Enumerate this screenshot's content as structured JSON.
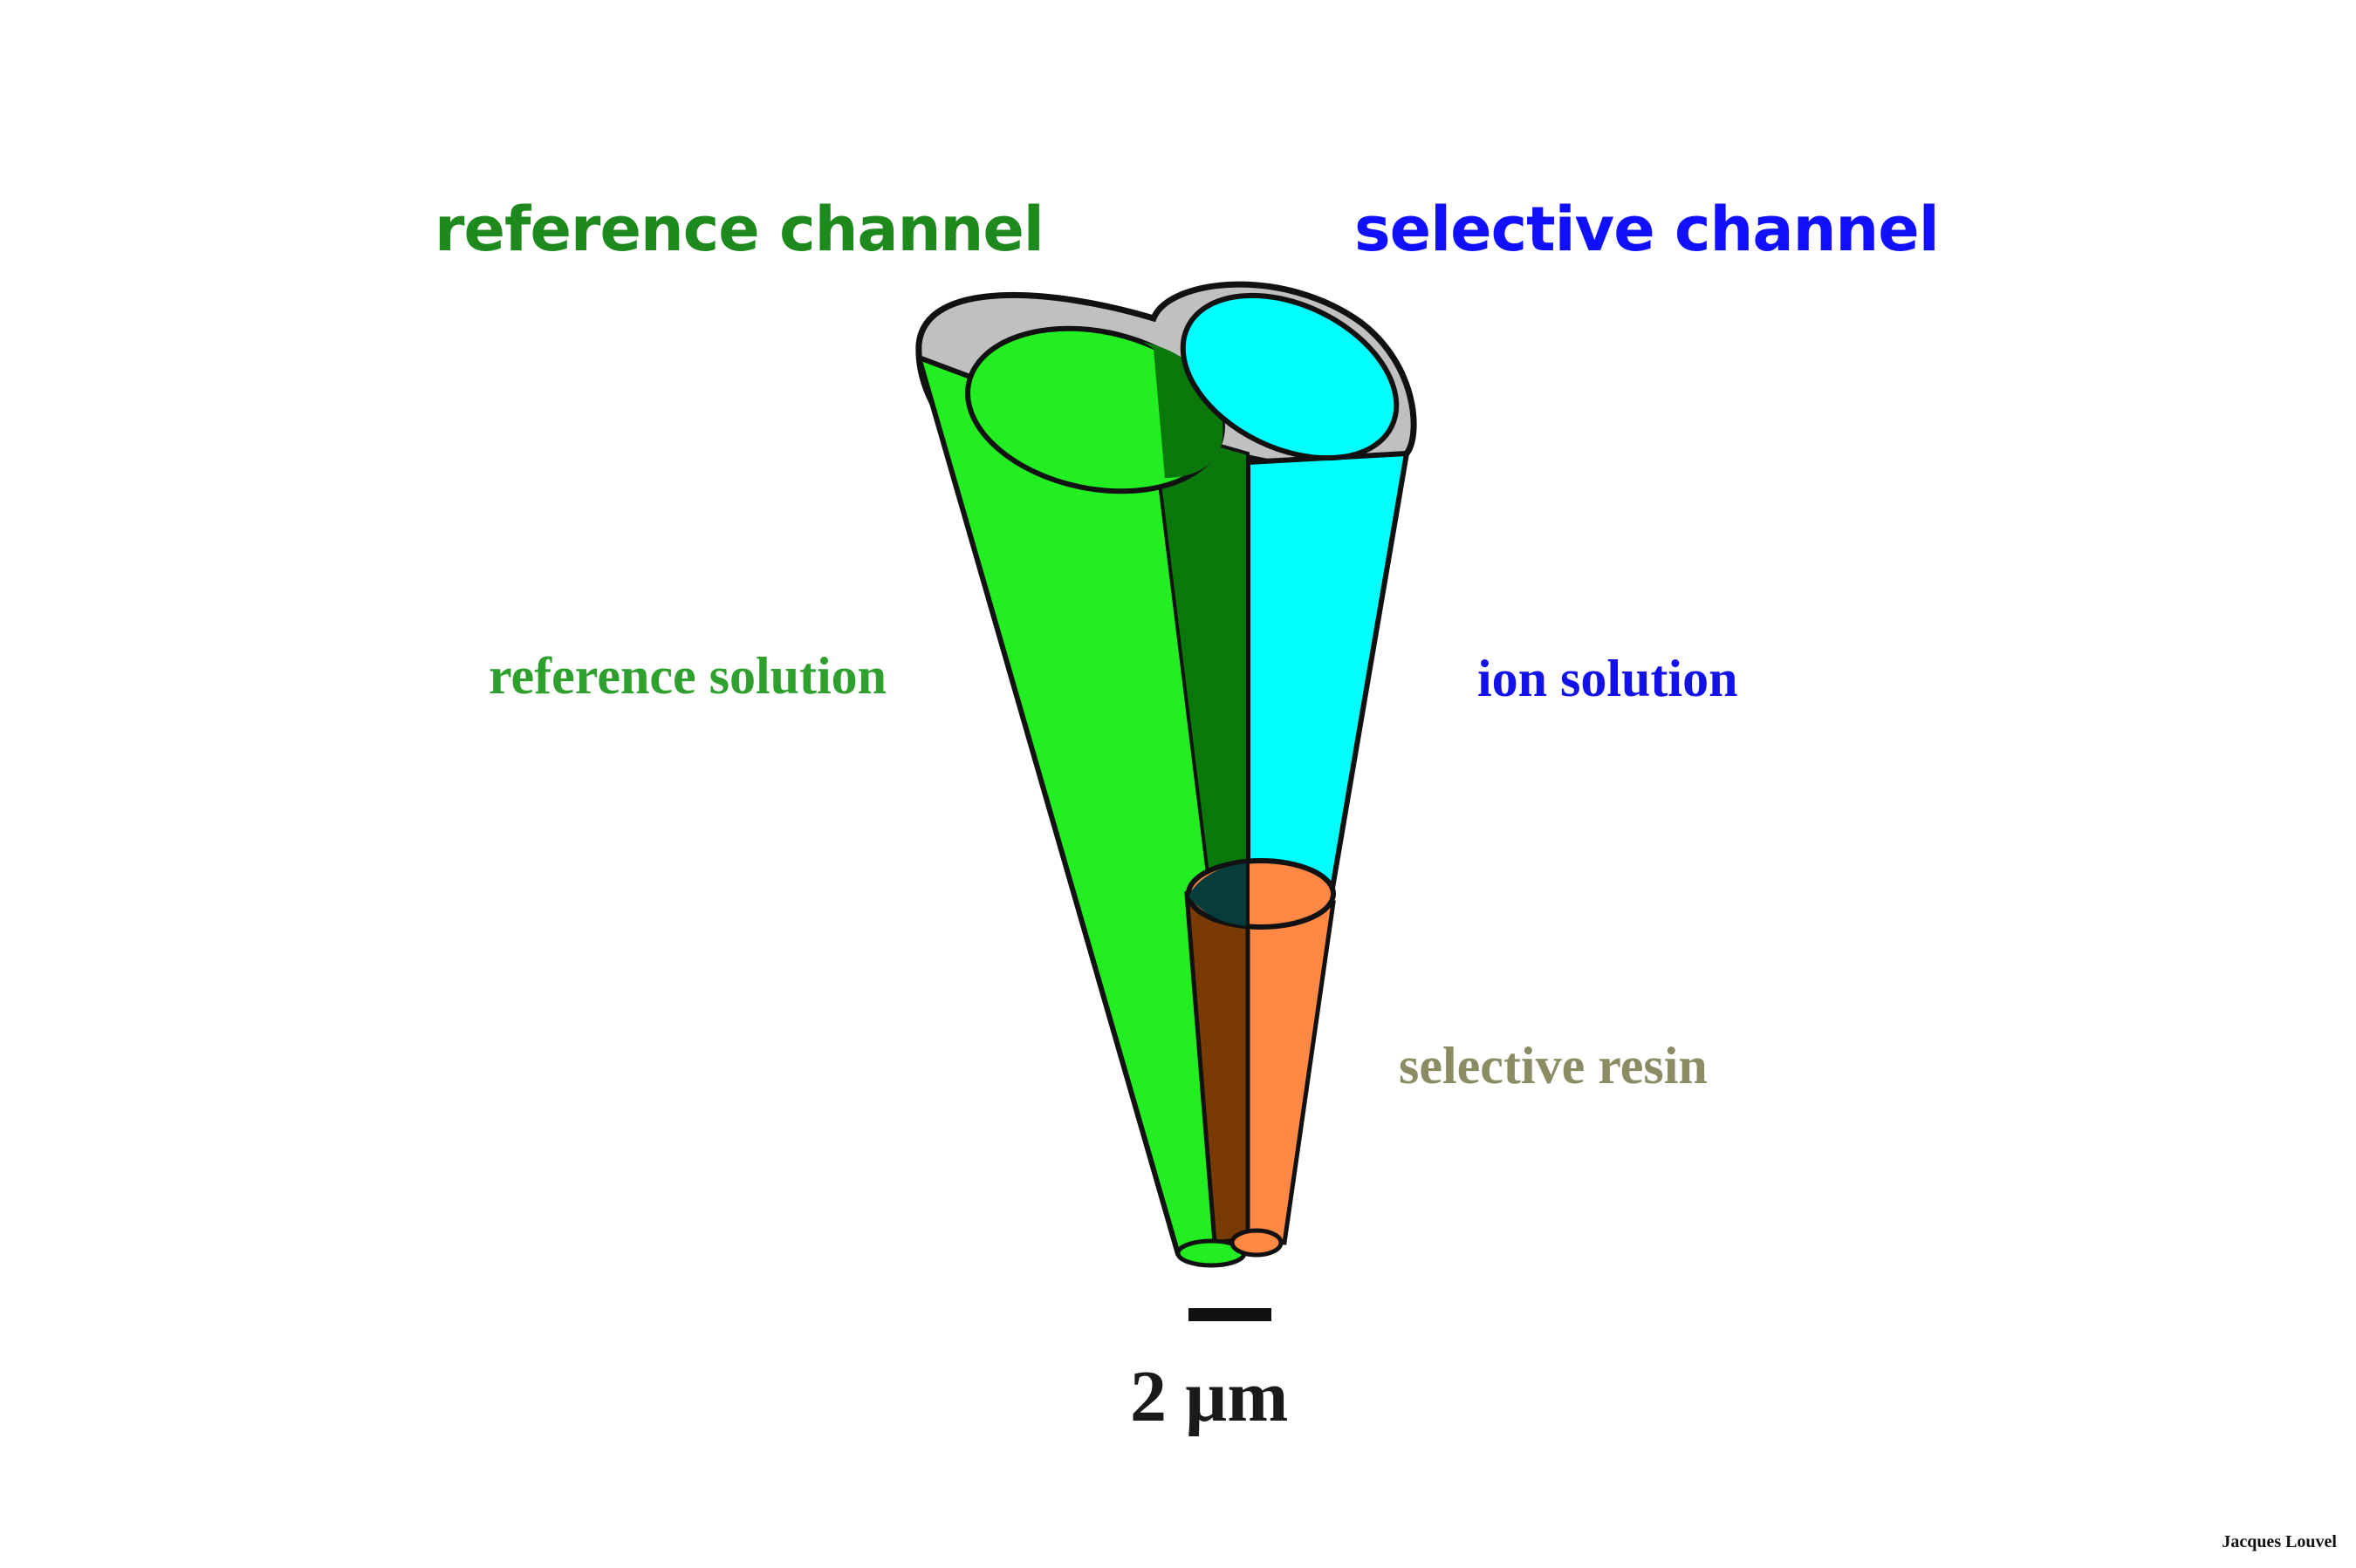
{
  "labels": {
    "reference_channel": "reference channel",
    "selective_channel": "selective channel",
    "reference_solution": "reference solution",
    "ion_solution": "ion solution",
    "selective_resin": "selective resin",
    "scale_bar": "2 µm",
    "credit": "Jacques Louvel"
  },
  "colors": {
    "reference_channel_label": "#1e8a1e",
    "selective_channel_label": "#1010ff",
    "reference_solution_label": "#2ea02e",
    "ion_solution_label": "#1212e8",
    "selective_resin_label": "#8c8c64",
    "reference_fill": "#22ee22",
    "reference_inner_wall": "#0a780a",
    "selective_fill": "#00ffff",
    "resin_front": "#ff8844",
    "resin_back": "#7a3a04",
    "resin_top_dark": "#063c3c",
    "glass_rim": "#c0c0c0",
    "outline": "#111111",
    "scale_text": "#1a1a1a",
    "credit_text": "#111111"
  }
}
